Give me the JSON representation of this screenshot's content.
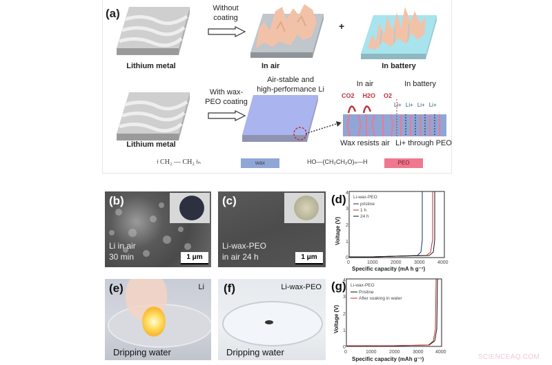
{
  "panel_a": {
    "label": "(a)",
    "row1": {
      "start": "Lithium metal",
      "arrow_text_line1": "Without",
      "arrow_text_line2": "coating",
      "result1": "In air",
      "plus": "+",
      "result2": "In battery"
    },
    "row2": {
      "start": "Lithium metal",
      "arrow_text_line1": "With wax-",
      "arrow_text_line2": "PEO coating",
      "result_caption_line1": "Air-stable and",
      "result_caption_line2": "high-performance Li",
      "zoom_left_title": "In air",
      "zoom_right_title": "In battery",
      "gases": [
        "CO2",
        "H2O",
        "O2"
      ],
      "ions": [
        "Li+",
        "Li+",
        "Li+",
        "Li+"
      ],
      "zoom_left_caption": "Wax resists air",
      "zoom_right_caption": "Li+ through PEO"
    },
    "legend": {
      "wax_formula": "⟊ CH₂ — CH₂ ⟊ₙ",
      "wax_label": "wax",
      "peo_formula": "HO—(CH₂CH₂O)ₙ—H",
      "peo_label": "PEO",
      "wax_color": "#8fa6d6",
      "peo_color": "#f0788e"
    }
  },
  "panel_b": {
    "label": "(b)",
    "caption_line1": "Li in air",
    "caption_line2": "30 min",
    "scale_bar": "1 μm"
  },
  "panel_c": {
    "label": "(c)",
    "caption_line1": "Li-wax-PEO",
    "caption_line2": "in air 24 h",
    "scale_bar": "1 μm"
  },
  "panel_e": {
    "label": "(e)",
    "tag": "Li",
    "caption": "Dripping water"
  },
  "panel_f": {
    "label": "(f)",
    "tag": "Li-wax-PEO",
    "caption": "Dripping water"
  },
  "panel_d": {
    "label": "(d)"
  },
  "panel_g": {
    "label": "(g)"
  },
  "chart_data": [
    {
      "type": "line",
      "panel": "d",
      "title": "",
      "legend_title": "Li-wax-PEO",
      "xlabel": "Specific capacity (mA h g⁻¹)",
      "ylabel": "Voltage (V)",
      "xlim": [
        0,
        4000
      ],
      "ylim": [
        0,
        4
      ],
      "xticks": [
        0,
        1000,
        2000,
        3000,
        4000
      ],
      "yticks": [
        0,
        1,
        2,
        3,
        4
      ],
      "series": [
        {
          "name": "pristine",
          "color": "#1a2a6c",
          "x": [
            0,
            1000,
            2000,
            2900,
            3050,
            3100,
            3120
          ],
          "y": [
            0.05,
            0.05,
            0.08,
            0.12,
            0.3,
            1.0,
            4.0
          ]
        },
        {
          "name": "1 h",
          "color": "#b03030",
          "x": [
            0,
            1000,
            2000,
            3300,
            3500,
            3560,
            3580
          ],
          "y": [
            0.03,
            0.04,
            0.06,
            0.1,
            0.3,
            1.0,
            4.0
          ]
        },
        {
          "name": "24 h",
          "color": "#111111",
          "x": [
            0,
            1000,
            2000,
            3400,
            3580,
            3620,
            3640
          ],
          "y": [
            0.03,
            0.04,
            0.06,
            0.1,
            0.3,
            1.0,
            4.0
          ]
        }
      ],
      "legend_position": "upper left"
    },
    {
      "type": "line",
      "panel": "g",
      "title": "",
      "legend_title": "Li-wax-PEO",
      "xlabel": "Specific capacity (mAh g⁻¹)",
      "ylabel": "Voltage (V)",
      "xlim": [
        0,
        4000
      ],
      "ylim": [
        0,
        4
      ],
      "xticks": [
        0,
        1000,
        2000,
        3000,
        4000
      ],
      "yticks": [
        0,
        1,
        2,
        3,
        4
      ],
      "series": [
        {
          "name": "Pristine",
          "color": "#111111",
          "x": [
            0,
            2000,
            3500,
            3750,
            3820,
            3840
          ],
          "y": [
            0.03,
            0.04,
            0.06,
            0.3,
            1.0,
            4.0
          ]
        },
        {
          "name": "After soaking in water",
          "color": "#c03030",
          "x": [
            0,
            2000,
            3500,
            3720,
            3790,
            3810
          ],
          "y": [
            0.03,
            0.04,
            0.06,
            0.3,
            1.0,
            4.0
          ]
        }
      ],
      "legend_position": "upper left"
    }
  ],
  "watermark": "SCIENCEAQ.COM"
}
